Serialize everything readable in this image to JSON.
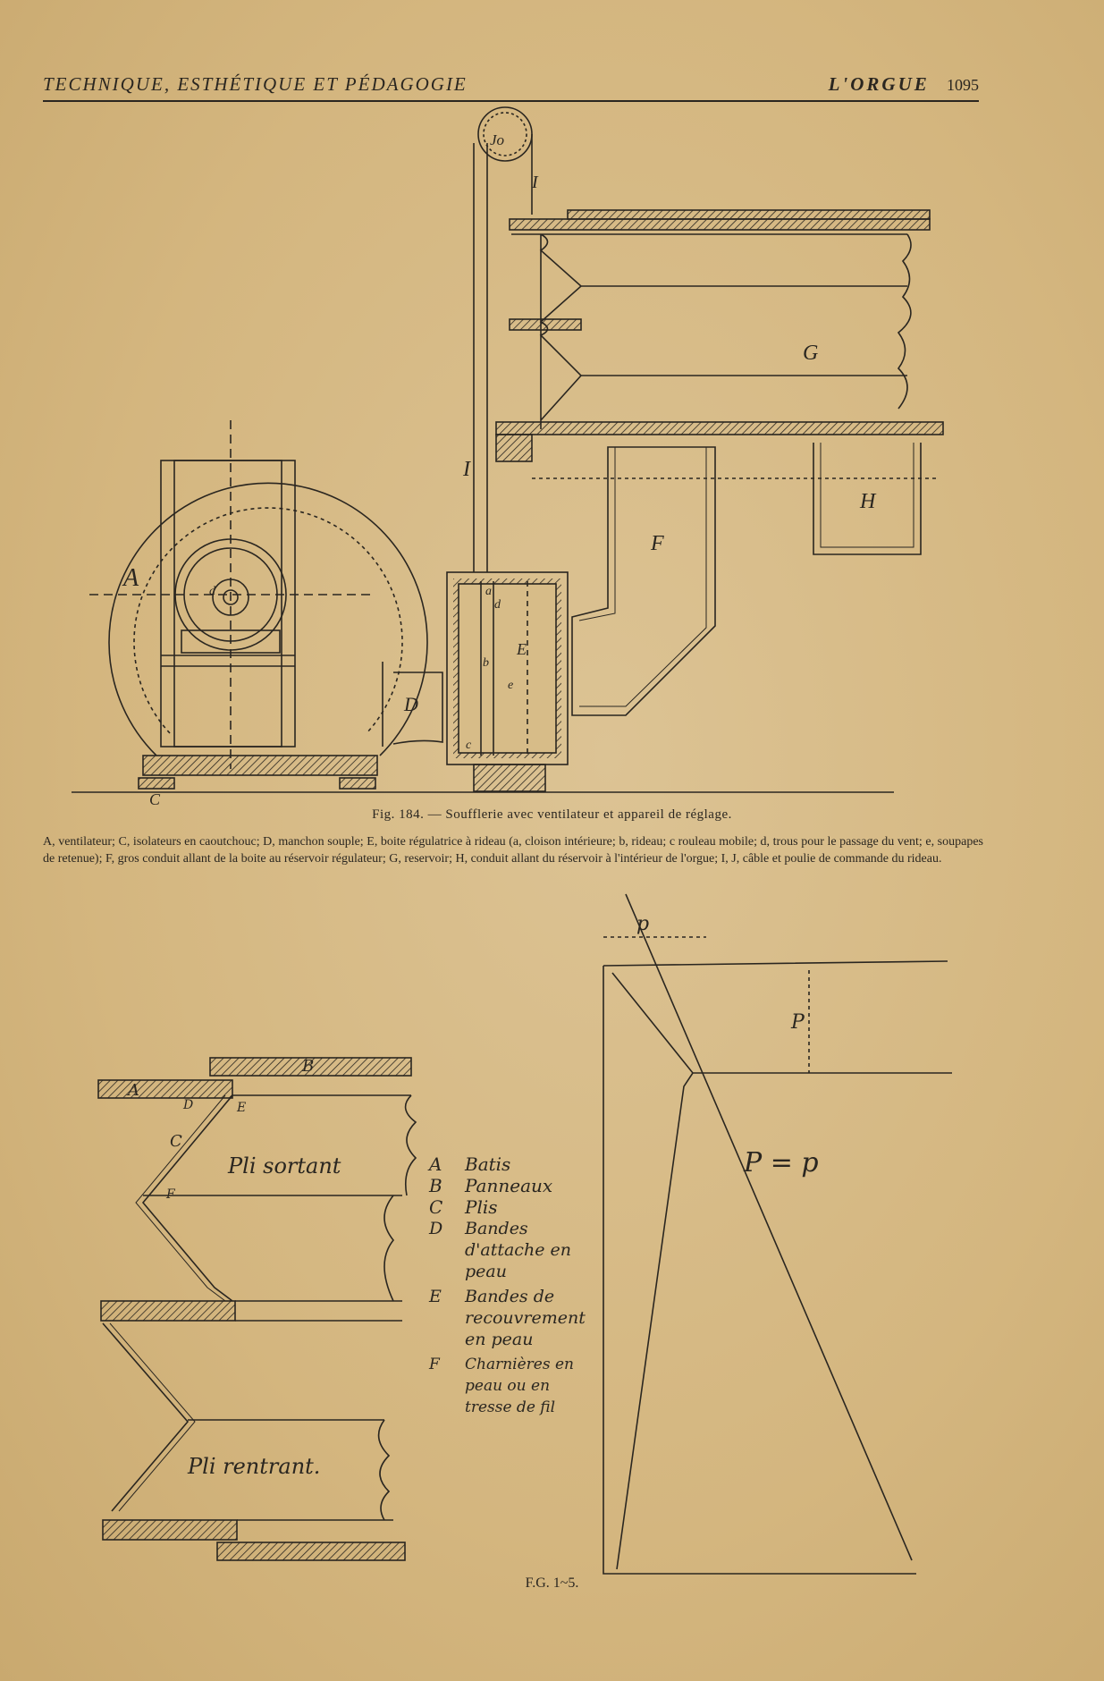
{
  "header": {
    "left": "TECHNIQUE, ESTHÉTIQUE ET PÉDAGOGIE",
    "section": "L'ORGUE",
    "page_number": "1095"
  },
  "figure1": {
    "caption": "Fig. 184. — Soufflerie avec ventilateur et appareil de réglage.",
    "legend": "A, ventilateur; C, isolateurs en caoutchouc; D, manchon souple; E, boite régulatrice à rideau (a, cloison intérieure; b, rideau; c rouleau mobile; d, trous pour le passage du vent; e, soupapes de retenue); F, gros conduit allant de la boite au réservoir régulateur; G, reservoir; H, conduit allant du réservoir à l'intérieur de l'orgue; I, J, câble et poulie de commande du rideau.",
    "labels": {
      "A": "A",
      "C": "C",
      "D": "D",
      "E": "E",
      "F": "F",
      "G": "G",
      "H": "H",
      "I": "I",
      "I2": "I",
      "J": "Jo",
      "a": "a",
      "b": "b",
      "c": "c",
      "d": "d",
      "d2": "d",
      "e": "e"
    }
  },
  "figure2": {
    "caption": "F.G. 1~5.",
    "labels": {
      "pli_sortant": "Pli sortant",
      "pli_rentrant": "Pli rentrant.",
      "A": "A",
      "B": "B",
      "C": "C",
      "D": "D",
      "E": "E",
      "F": "F",
      "p_top": "p",
      "P_side": "P",
      "eq": "P = p"
    },
    "key": [
      {
        "letter": "A",
        "text": "Batis"
      },
      {
        "letter": "B",
        "text": "Panneaux"
      },
      {
        "letter": "C",
        "text": "Plis"
      },
      {
        "letter": "D",
        "text": "Bandes d'attache en peau"
      },
      {
        "letter": "E",
        "text": "Bandes de recouvrement en peau"
      },
      {
        "letter": "F",
        "text": "Charnières en peau ou en tresse de fil"
      }
    ]
  }
}
